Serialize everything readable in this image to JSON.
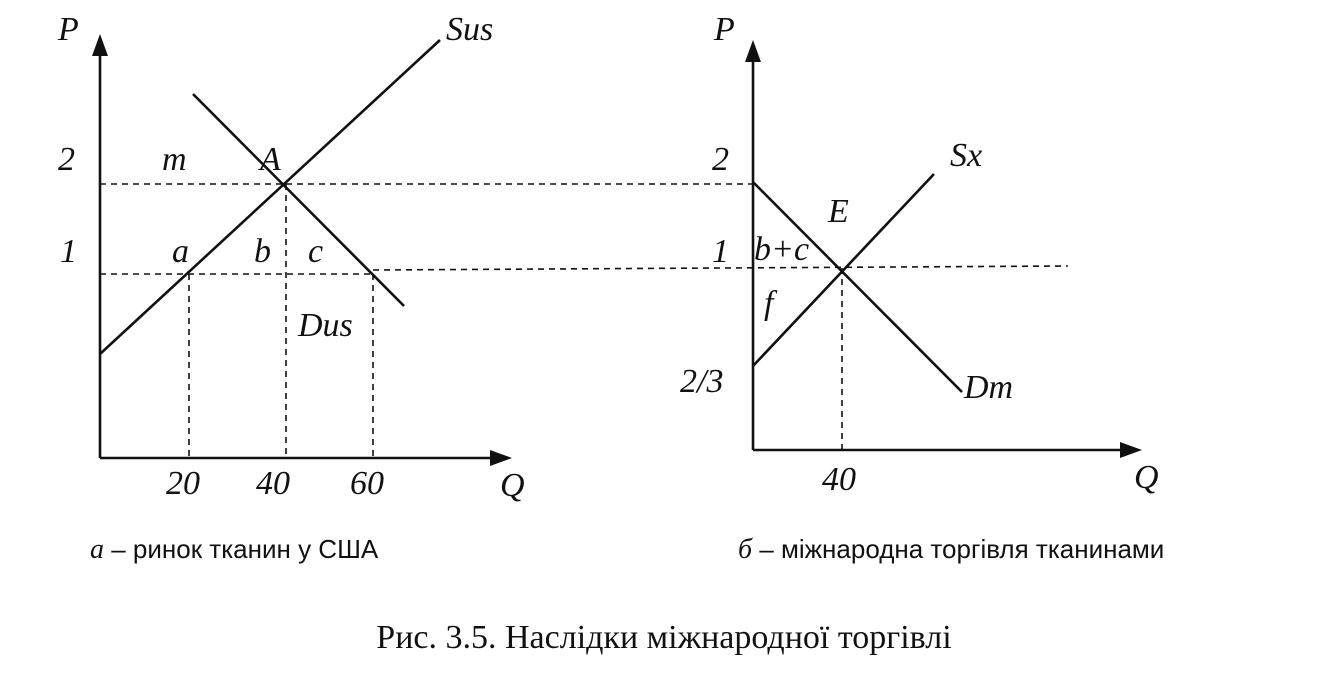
{
  "panel_a": {
    "axis_p": "P",
    "axis_q": "Q",
    "price_2": "2",
    "price_1": "1",
    "q_20": "20",
    "q_40": "40",
    "q_60": "60",
    "supply_label": "Sus",
    "demand_label": "Dus",
    "point_A": "A",
    "label_m": "m",
    "label_a": "a",
    "label_b": "b",
    "label_c": "c",
    "caption_letter": "а",
    "caption_text": " – ринок тканин у США"
  },
  "panel_b": {
    "axis_p": "P",
    "axis_q": "Q",
    "price_2": "2",
    "price_1": "1",
    "price_23": "2/3",
    "q_40": "40",
    "supply_label": "Sx",
    "demand_label": "Dm",
    "point_E": "E",
    "label_bc": "b+c",
    "label_f": "f",
    "caption_letter": "б",
    "caption_text": " – міжнародна торгівля тканинами"
  },
  "figure_title": "Рис. 3.5. Наслідки міжнародної торгівлі"
}
